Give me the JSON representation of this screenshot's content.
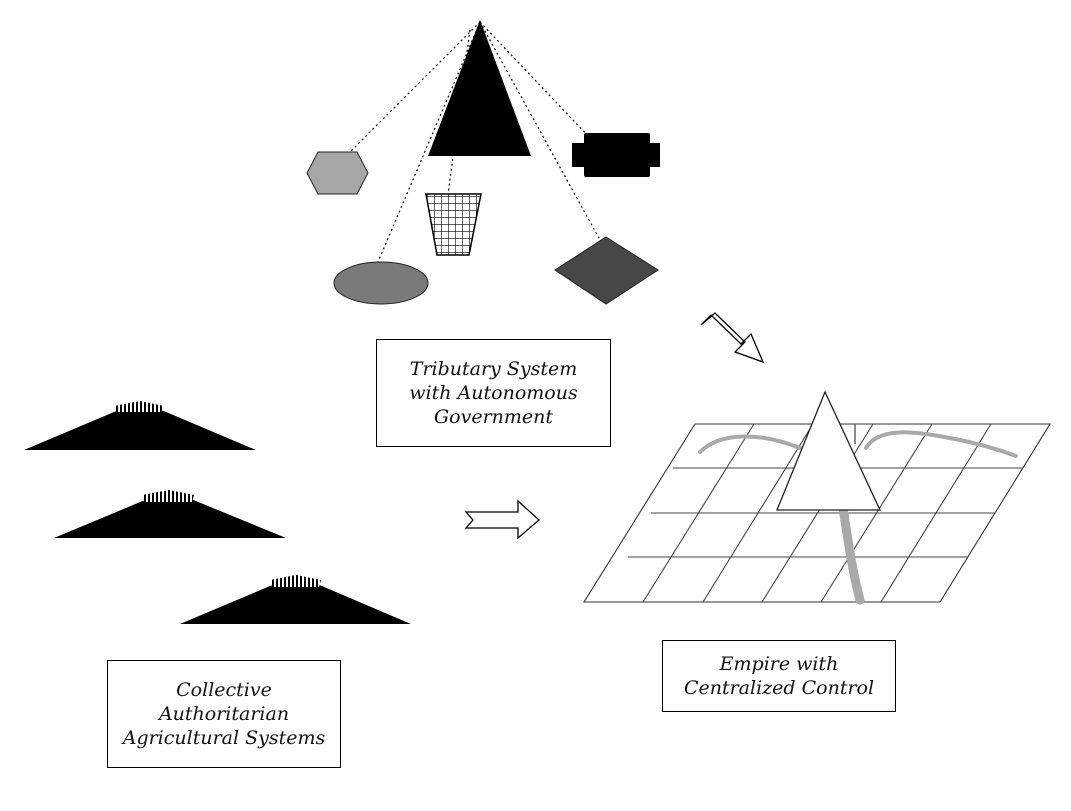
{
  "labels": {
    "tributary": [
      "Tributary System",
      "with Autonomous",
      "Government"
    ],
    "empire": [
      "Empire with",
      "Centralized Control"
    ],
    "collective": [
      "Collective",
      "Authoritarian",
      "Agricultural Systems"
    ]
  },
  "shapes": {
    "tributary_center": "triangle",
    "tributary_satellites": [
      "hexagon",
      "ellipse",
      "grid-trapezoid",
      "rounded-rectangle",
      "diamond"
    ],
    "collective_units": 3,
    "empire_center": "triangle"
  },
  "colors": {
    "black": "#000000",
    "hexagon_fill": "#a6a6a6",
    "ellipse_fill": "#7a7a7a",
    "diamond_fill": "#474747",
    "grid_line": "#555555",
    "road": "#a9a9a9"
  }
}
